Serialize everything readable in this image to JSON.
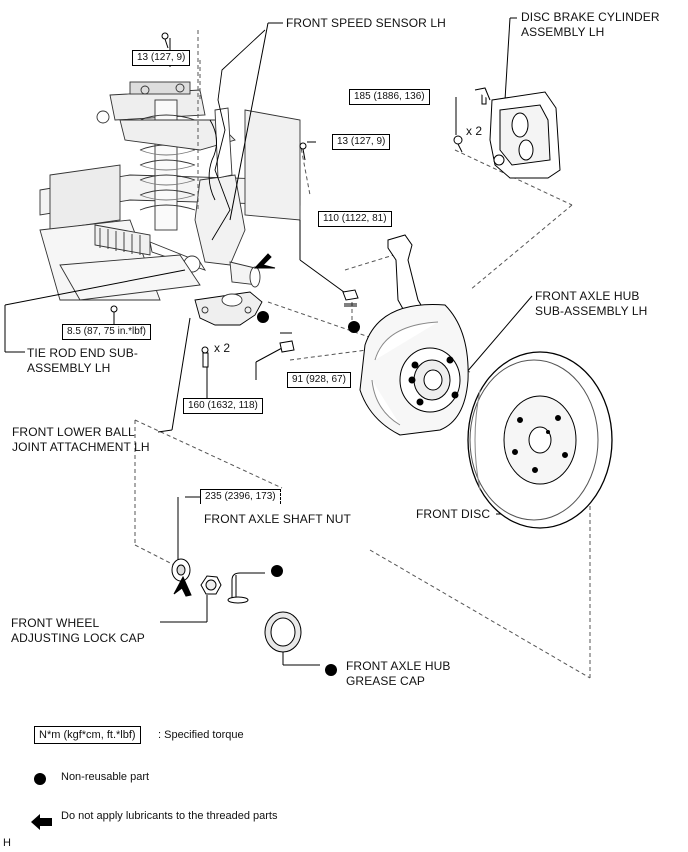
{
  "labels": {
    "front_speed_sensor": "FRONT SPEED SENSOR LH",
    "disc_brake_cylinder_l1": "DISC BRAKE CYLINDER",
    "disc_brake_cylinder_l2": "ASSEMBLY LH",
    "front_axle_hub_l1": "FRONT AXLE HUB",
    "front_axle_hub_l2": "SUB-ASSEMBLY LH",
    "tie_rod_end_l1": "TIE ROD END SUB-",
    "tie_rod_end_l2": "ASSEMBLY LH",
    "lower_ball_joint_l1": "FRONT LOWER BALL",
    "lower_ball_joint_l2": "JOINT ATTACHMENT LH",
    "front_axle_shaft_nut": "FRONT AXLE SHAFT NUT",
    "front_disc": "FRONT DISC",
    "lock_cap_l1": "FRONT WHEEL",
    "lock_cap_l2": "ADJUSTING LOCK CAP",
    "grease_cap_l1": "FRONT AXLE HUB",
    "grease_cap_l2": "GREASE CAP"
  },
  "torques": {
    "t1": "13 (127, 9)",
    "t2": "185 (1886, 136)",
    "t3": "13 (127, 9)",
    "t4": "110 (1122, 81)",
    "t5": "8.5 (87, 75 in.*lbf)",
    "t6": "91 (928, 67)",
    "t7": "160 (1632, 118)",
    "t8": "235 (2396, 173)"
  },
  "multipliers": {
    "caliper_bolts": "x 2",
    "ball_joint_bolts": "x 2"
  },
  "legend": {
    "torque_box": "N*m (kgf*cm, ft.*lbf)",
    "torque_desc": ": Specified torque",
    "non_reusable": "Non-reusable part",
    "no_lubricant": "Do not apply lubricants to the threaded parts"
  },
  "corner_code": "H"
}
